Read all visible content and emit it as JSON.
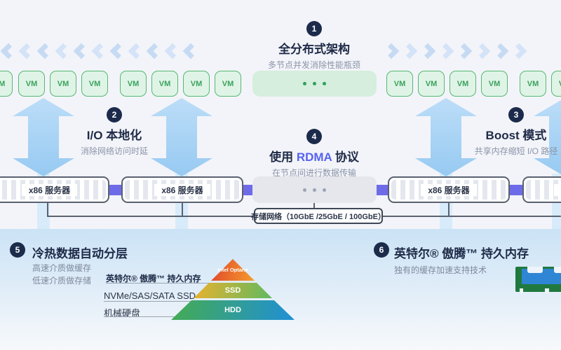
{
  "steps": {
    "step1": {
      "number": "1",
      "title": "全分布式架构",
      "subtitle": "多节点并发消除性能瓶颈"
    },
    "step2": {
      "number": "2",
      "title": "I/O 本地化",
      "subtitle": "消除网络访问时延"
    },
    "step3": {
      "number": "3",
      "title": "Boost 模式",
      "subtitle": "共享内存缩短 I/O 路径"
    },
    "step4": {
      "number": "4",
      "title_prefix": "使用 ",
      "title_accent": "RDMA",
      "title_suffix": " 协议",
      "subtitle": "在节点间进行数据传输"
    },
    "step5": {
      "number": "5",
      "title": "冷热数据自动分层",
      "subtitle_line1": "高速介质做缓存",
      "subtitle_line2": "低速介质做存储"
    },
    "step6": {
      "number": "6",
      "title": "英特尔® 傲腾™ 持久内存",
      "subtitle": "独有的缓存加速支持技术"
    }
  },
  "vm": {
    "label": "VM"
  },
  "servers": {
    "label": "x86 服务器"
  },
  "network": {
    "label": "存储网络（10GbE /25GbE / 100GbE）"
  },
  "tiering": {
    "tiers": [
      {
        "tier_label": "Intel Optane",
        "side_label": "英特尔® 傲腾™ 持久内存"
      },
      {
        "tier_label": "SSD",
        "side_label": "NVMe/SAS/SATA SSD"
      },
      {
        "tier_label": "HDD",
        "side_label": "机械硬盘"
      }
    ]
  },
  "colors": {
    "background": "#F3F4F9",
    "panel_blue": "#CBE3F6",
    "badge_navy": "#1C2B4B",
    "title_navy": "#1E2A47",
    "subtitle_gray": "#8A94A8",
    "vm_green_border": "#55B873",
    "vm_green_fill": "#DFF4E6",
    "arrow_blue": "#A7D4F4",
    "chevron_blue": "#C6DBF3",
    "connector_purple": "#6E6BE8",
    "server_border": "#5A6270",
    "rdma_accent": "#5663F0",
    "tier_orange": "#E0472B",
    "tier_yellow": "#E9B22E",
    "tier_green": "#45AC51",
    "tier_blue": "#1F8FD6"
  }
}
